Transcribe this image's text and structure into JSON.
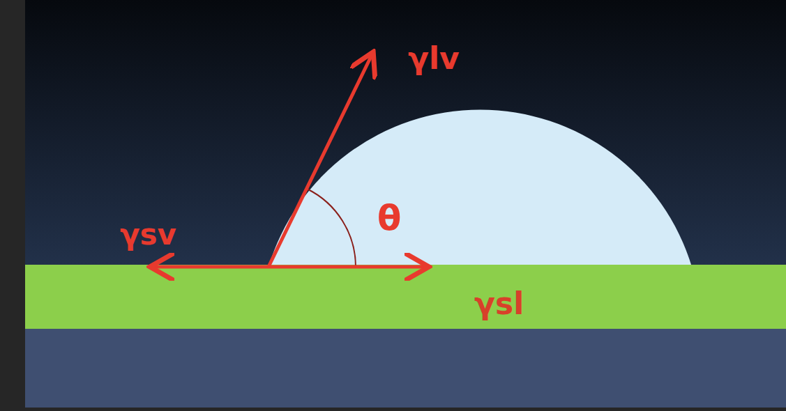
{
  "diagram": {
    "labels": [
      "γlv",
      "θ",
      "γsv",
      "γsl"
    ]
  }
}
